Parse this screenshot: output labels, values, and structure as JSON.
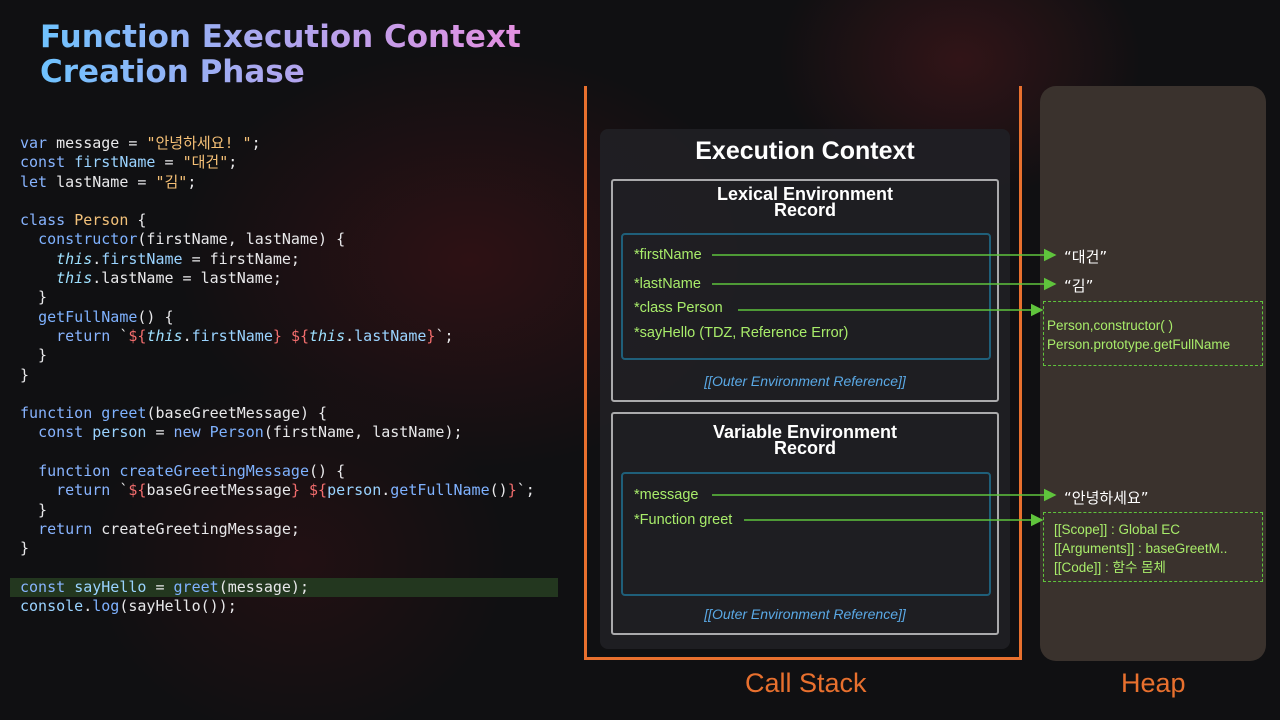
{
  "title": {
    "line1": "Function Execution Context",
    "line2": "Creation Phase"
  },
  "code_lines": [
    {
      "tokens": [
        {
          "t": "var",
          "c": "kw"
        },
        {
          "t": " message = "
        },
        {
          "t": "\"안녕하세요! \"",
          "c": "str"
        },
        {
          "t": ";"
        }
      ]
    },
    {
      "tokens": [
        {
          "t": "const",
          "c": "kw"
        },
        {
          "t": " "
        },
        {
          "t": "firstName",
          "c": "prop"
        },
        {
          "t": " = "
        },
        {
          "t": "\"대건\"",
          "c": "str"
        },
        {
          "t": ";"
        }
      ]
    },
    {
      "tokens": [
        {
          "t": "let",
          "c": "kw"
        },
        {
          "t": " lastName = "
        },
        {
          "t": "\"김\"",
          "c": "str"
        },
        {
          "t": ";"
        }
      ]
    },
    {
      "tokens": []
    },
    {
      "tokens": [
        {
          "t": "class",
          "c": "kw"
        },
        {
          "t": " "
        },
        {
          "t": "Person",
          "c": "cls"
        },
        {
          "t": " {"
        }
      ]
    },
    {
      "tokens": [
        {
          "t": "  "
        },
        {
          "t": "constructor",
          "c": "fn"
        },
        {
          "t": "(firstName, lastName) {"
        }
      ]
    },
    {
      "tokens": [
        {
          "t": "    "
        },
        {
          "t": "this",
          "c": "this"
        },
        {
          "t": "."
        },
        {
          "t": "firstName",
          "c": "prop"
        },
        {
          "t": " = firstName;"
        }
      ]
    },
    {
      "tokens": [
        {
          "t": "    "
        },
        {
          "t": "this",
          "c": "this"
        },
        {
          "t": ".lastName = lastName;"
        }
      ]
    },
    {
      "tokens": [
        {
          "t": "  }"
        }
      ]
    },
    {
      "tokens": [
        {
          "t": "  "
        },
        {
          "t": "getFullName",
          "c": "fn"
        },
        {
          "t": "() {"
        }
      ]
    },
    {
      "tokens": [
        {
          "t": "    "
        },
        {
          "t": "return",
          "c": "kw"
        },
        {
          "t": " `"
        },
        {
          "t": "${",
          "c": "tpl"
        },
        {
          "t": "this",
          "c": "this"
        },
        {
          "t": "."
        },
        {
          "t": "firstName",
          "c": "prop"
        },
        {
          "t": "}",
          "c": "tpl"
        },
        {
          "t": " "
        },
        {
          "t": "${",
          "c": "tpl"
        },
        {
          "t": "this",
          "c": "this"
        },
        {
          "t": "."
        },
        {
          "t": "lastName",
          "c": "prop"
        },
        {
          "t": "}",
          "c": "tpl"
        },
        {
          "t": "`;"
        }
      ]
    },
    {
      "tokens": [
        {
          "t": "  }"
        }
      ]
    },
    {
      "tokens": [
        {
          "t": "}"
        }
      ]
    },
    {
      "tokens": []
    },
    {
      "tokens": [
        {
          "t": "function",
          "c": "kw"
        },
        {
          "t": " "
        },
        {
          "t": "greet",
          "c": "fn"
        },
        {
          "t": "(baseGreetMessage) {"
        }
      ]
    },
    {
      "tokens": [
        {
          "t": "  "
        },
        {
          "t": "const",
          "c": "kw"
        },
        {
          "t": " "
        },
        {
          "t": "person",
          "c": "prop"
        },
        {
          "t": " = "
        },
        {
          "t": "new",
          "c": "kw"
        },
        {
          "t": " "
        },
        {
          "t": "Person",
          "c": "fn"
        },
        {
          "t": "(firstName, lastName);"
        }
      ]
    },
    {
      "tokens": []
    },
    {
      "tokens": [
        {
          "t": "  "
        },
        {
          "t": "function",
          "c": "kw"
        },
        {
          "t": " "
        },
        {
          "t": "createGreetingMessage",
          "c": "fn"
        },
        {
          "t": "() {"
        }
      ]
    },
    {
      "tokens": [
        {
          "t": "    "
        },
        {
          "t": "return",
          "c": "kw"
        },
        {
          "t": " `"
        },
        {
          "t": "${",
          "c": "tpl"
        },
        {
          "t": "baseGreetMessage"
        },
        {
          "t": "}",
          "c": "tpl"
        },
        {
          "t": " "
        },
        {
          "t": "${",
          "c": "tpl"
        },
        {
          "t": "person",
          "c": "prop"
        },
        {
          "t": "."
        },
        {
          "t": "getFullName",
          "c": "fn"
        },
        {
          "t": "()"
        },
        {
          "t": "}",
          "c": "tpl"
        },
        {
          "t": "`;"
        }
      ]
    },
    {
      "tokens": [
        {
          "t": "  }"
        }
      ]
    },
    {
      "tokens": [
        {
          "t": "  "
        },
        {
          "t": "return",
          "c": "kw"
        },
        {
          "t": " createGreetingMessage;"
        }
      ]
    },
    {
      "tokens": [
        {
          "t": "}"
        }
      ]
    },
    {
      "tokens": []
    },
    {
      "highlight": true,
      "tokens": [
        {
          "t": "const",
          "c": "kw"
        },
        {
          "t": " "
        },
        {
          "t": "sayHello",
          "c": "prop"
        },
        {
          "t": " = "
        },
        {
          "t": "greet",
          "c": "fn"
        },
        {
          "t": "(message);"
        }
      ]
    },
    {
      "tokens": [
        {
          "t": "console",
          "c": "prop"
        },
        {
          "t": "."
        },
        {
          "t": "log",
          "c": "fn"
        },
        {
          "t": "(sayHello());"
        }
      ]
    }
  ],
  "execution_context": {
    "title": "Execution Context",
    "lexical": {
      "title_line1": "Lexical Environment",
      "title_line2": "Record",
      "entries": [
        "*firstName",
        "*lastName",
        "*class Person",
        "*sayHello (TDZ, Reference Error)"
      ],
      "outer_ref": "[[Outer Environment Reference]]"
    },
    "variable": {
      "title_line1": "Variable Environment",
      "title_line2": "Record",
      "entries": [
        "*message",
        "*Function greet"
      ],
      "outer_ref": "[[Outer Environment Reference]]"
    }
  },
  "heap": {
    "val_firstName": "“대건”",
    "val_lastName": "“김”",
    "person_obj": [
      "Person,constructor( )",
      "Person.prototype.getFullName"
    ],
    "val_message": "“안녕하세요”",
    "greet_obj": [
      "[[Scope]]  : Global EC",
      "[[Arguments]] : baseGreetM..",
      "[[Code]] : 함수 몸체"
    ]
  },
  "labels": {
    "call_stack": "Call Stack",
    "heap": "Heap"
  },
  "colors": {
    "frame_orange": "#e8702e",
    "entry_green": "#a8ec6a",
    "arrow_green": "#5fc43c",
    "record_border": "#1f5f7a",
    "outer_ref_blue": "#5aa9e6"
  }
}
